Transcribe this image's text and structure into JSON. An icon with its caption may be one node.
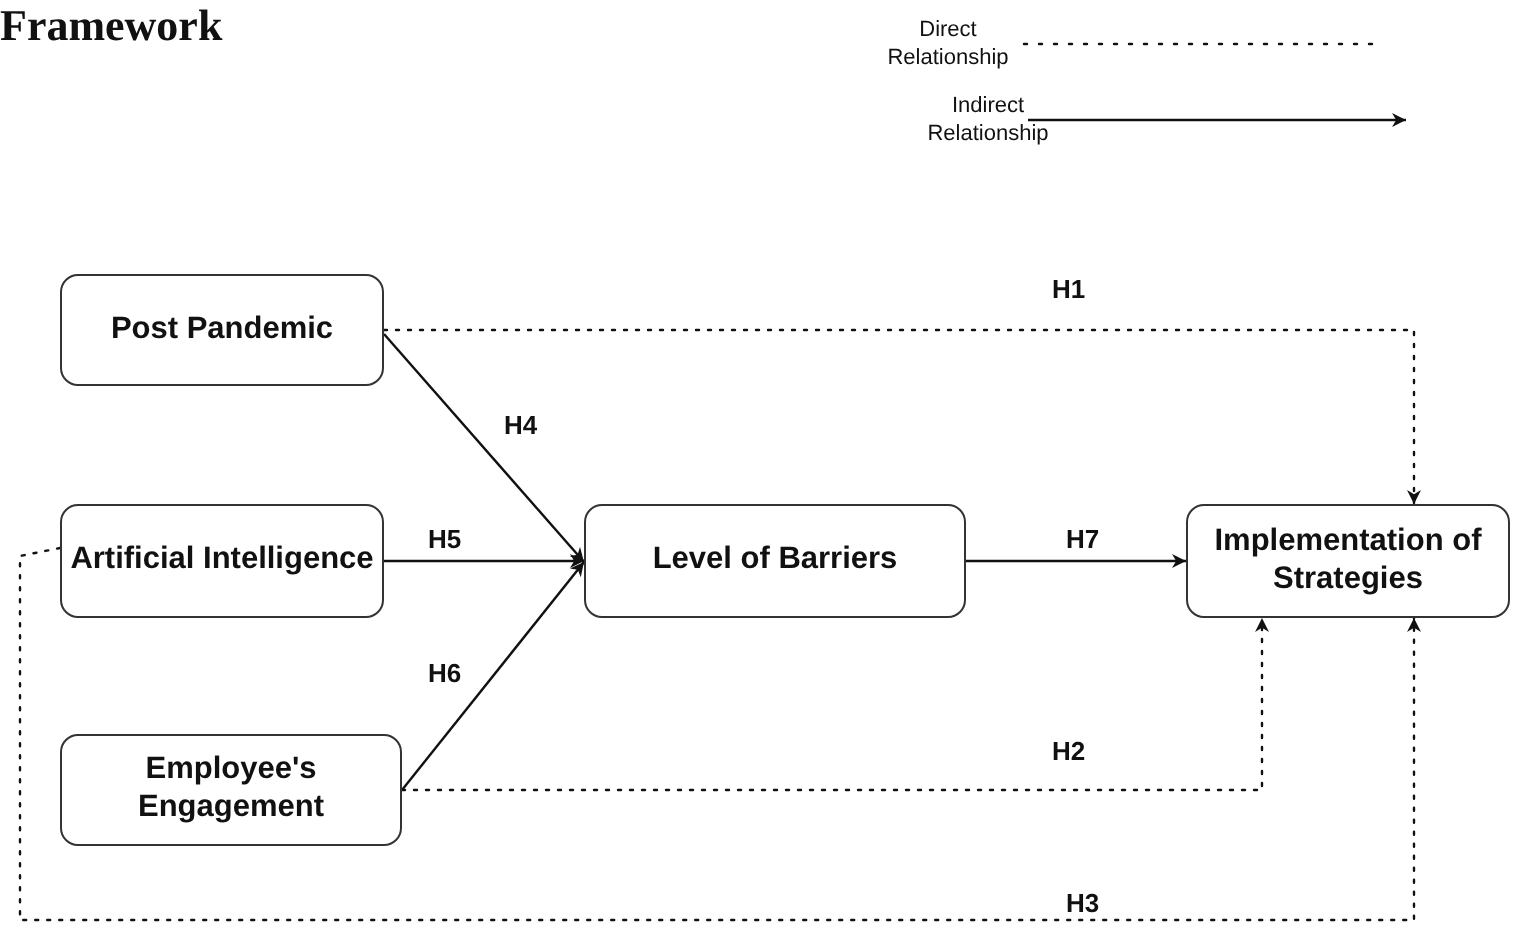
{
  "diagram": {
    "title": "Framework",
    "nodes": [
      {
        "text": [
          "Post Pandemic"
        ]
      },
      {
        "text": [
          "Artificial Intelligence"
        ]
      },
      {
        "text": [
          "Employee's Engagement"
        ]
      },
      {
        "text": [
          "Level of Barriers"
        ]
      },
      {
        "text": [
          "Implementation of Strategies"
        ]
      }
    ],
    "edges": [
      {
        "from": 0,
        "to": 4,
        "arrow": "to",
        "label": "H1",
        "style": "dashed"
      },
      {
        "from": 0,
        "to": 3,
        "arrow": "to",
        "label": "H4"
      },
      {
        "from": 1,
        "to": 3,
        "arrow": "to",
        "label": "H5"
      },
      {
        "from": 2,
        "to": 3,
        "arrow": "to",
        "label": "H6"
      },
      {
        "from": 3,
        "to": 4,
        "arrow": "to",
        "label": "H7"
      },
      {
        "from": 2,
        "to": 4,
        "arrow": "to",
        "label": "H2",
        "style": "dashed"
      },
      {
        "from": 1,
        "to": 4,
        "arrow": "to",
        "label": "H3",
        "style": "dashed"
      }
    ],
    "legend": [
      {
        "text": "Direct Relationship"
      },
      {
        "text": "Indirect Relationship"
      }
    ]
  }
}
